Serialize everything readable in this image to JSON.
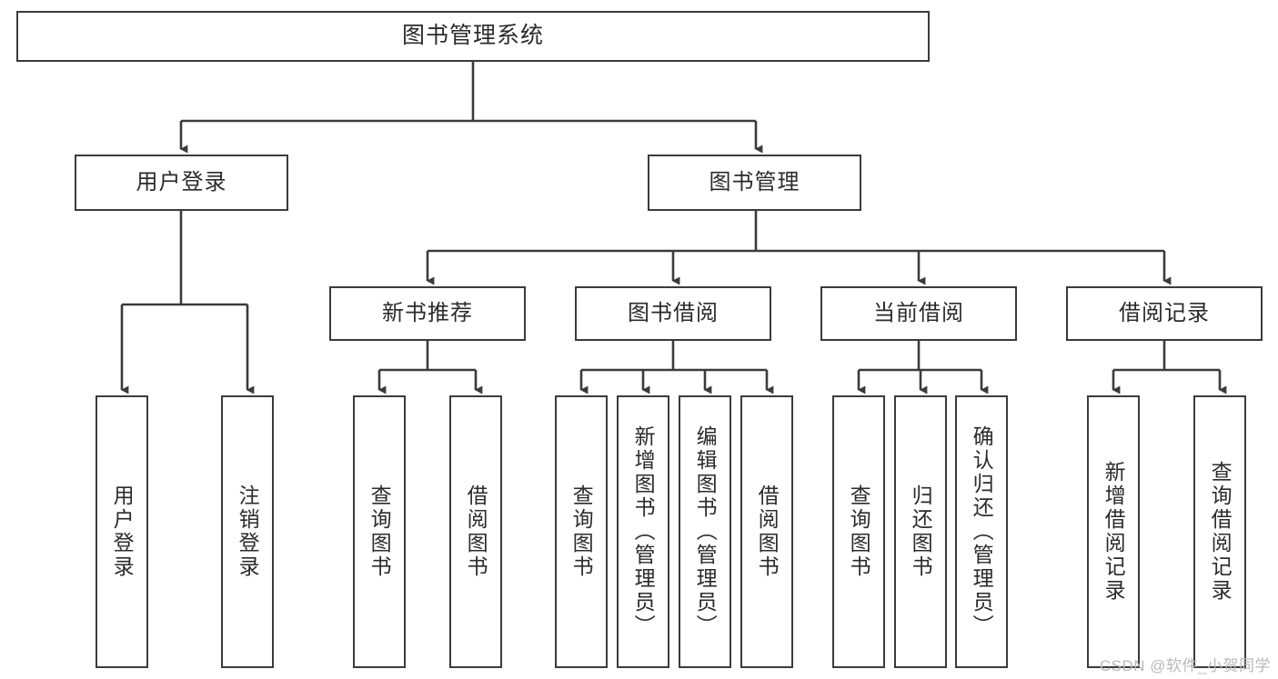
{
  "diagram": {
    "type": "tree",
    "title": "图书管理系统",
    "line_color": "#3b3b3b",
    "background_color": "#ffffff",
    "text_color": "#2b2b2b",
    "watermark": "CSDN @软件_小贺同学",
    "root": {
      "label": "图书管理系统"
    },
    "level2": [
      {
        "label": "用户登录"
      },
      {
        "label": "图书管理"
      }
    ],
    "level3": [
      {
        "label": "新书推荐"
      },
      {
        "label": "图书借阅"
      },
      {
        "label": "当前借阅"
      },
      {
        "label": "借阅记录"
      }
    ],
    "leaves": {
      "user_login": [
        {
          "label": "用户登录"
        },
        {
          "label": "注销登录"
        }
      ],
      "new_book_recommend": [
        {
          "label": "查询图书"
        },
        {
          "label": "借阅图书"
        }
      ],
      "book_borrow": [
        {
          "label": "查询图书"
        },
        {
          "label": "新增图书（管理员）"
        },
        {
          "label": "编辑图书（管理员）"
        },
        {
          "label": "借阅图书"
        }
      ],
      "current_borrow": [
        {
          "label": "查询图书"
        },
        {
          "label": "归还图书"
        },
        {
          "label": "确认归还（管理员）"
        }
      ],
      "borrow_record": [
        {
          "label": "新增借阅记录"
        },
        {
          "label": "查询借阅记录"
        }
      ]
    }
  }
}
